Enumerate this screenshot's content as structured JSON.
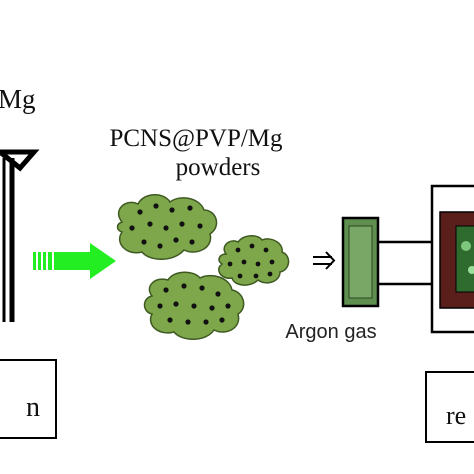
{
  "labels": {
    "left_top_fragment": "Mg",
    "powder_title_line1": "PCNS@PVP/Mg",
    "powder_title_line2": "powders",
    "argon_gas": "Argon gas",
    "left_box_fragment": "n",
    "right_box_fragment": "re"
  },
  "colors": {
    "arrow_green": "#22ee22",
    "powder_green": "#7ea64a",
    "powder_dots": "#111111",
    "cylinder_green": "#5f8f4e",
    "furnace_dark": "#5a1f1a"
  },
  "icons": {
    "powder_clusters": "powder-cluster-icon",
    "flow_arrow": "green-arrow-icon",
    "gas_arrow": "gas-flow-arrow-icon"
  }
}
